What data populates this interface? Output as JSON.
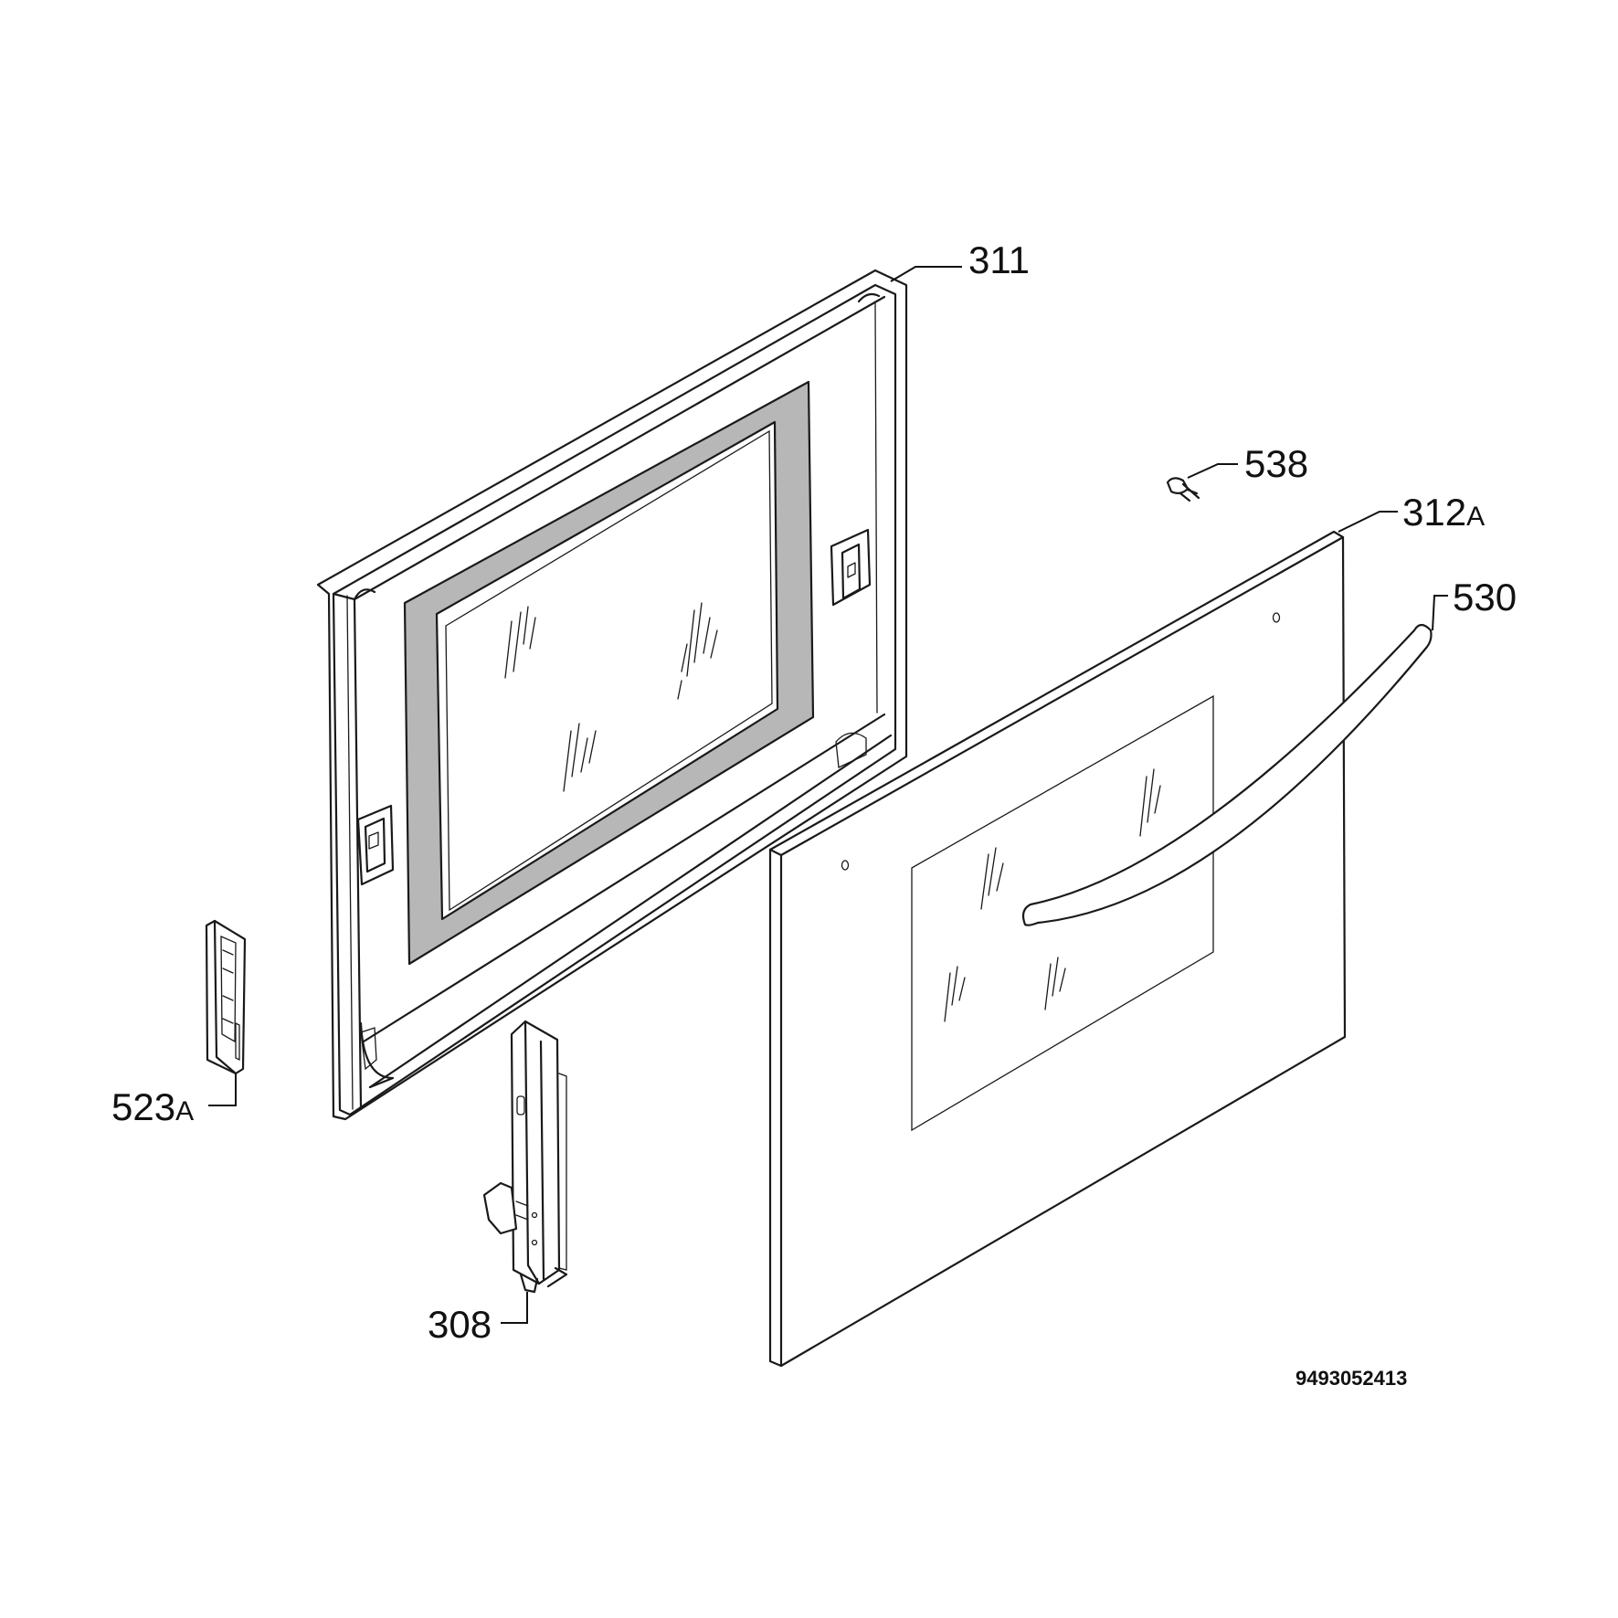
{
  "parts": [
    {
      "number": "311",
      "suffix": "",
      "name": "inner-door-panel"
    },
    {
      "number": "538",
      "suffix": "",
      "name": "screw"
    },
    {
      "number": "312",
      "suffix": "A",
      "name": "outer-door-glass"
    },
    {
      "number": "530",
      "suffix": "",
      "name": "door-handle"
    },
    {
      "number": "523",
      "suffix": "A",
      "name": "hinge-receiver"
    },
    {
      "number": "308",
      "suffix": "",
      "name": "door-hinge"
    }
  ],
  "diagram_ref": "9493052413",
  "colors": {
    "line": "#1a1a1a",
    "seal": "#b7b7b7",
    "background": "#ffffff"
  }
}
